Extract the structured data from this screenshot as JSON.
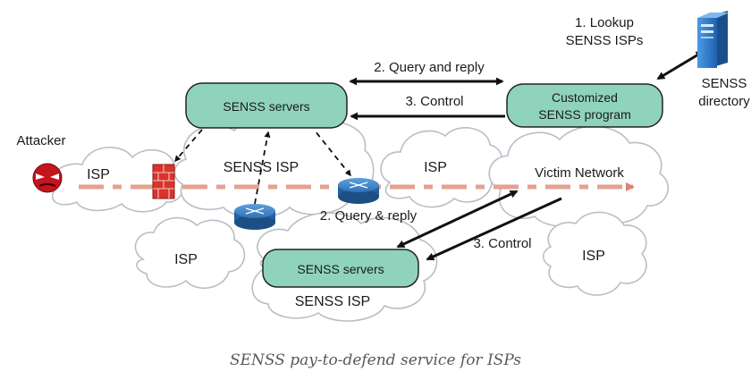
{
  "diagram": {
    "caption": "SENSS pay-to-defend service for ISPs",
    "labels": {
      "lookup_line1": "1. Lookup",
      "lookup_line2": "SENSS ISPs",
      "query_reply_top": "2. Query and reply",
      "control_top": "3. Control",
      "query_reply_bottom": "2. Query & reply",
      "control_bottom": "3. Control",
      "directory_line1": "SENSS",
      "directory_line2": "directory",
      "attacker": "Attacker",
      "victim_network": "Victim Network"
    },
    "nodes": {
      "senss_servers_top": "SENSS servers",
      "customized_line1": "Customized",
      "customized_line2": "SENSS program",
      "senss_servers_bottom": "SENSS servers"
    },
    "clouds": {
      "attacker_isp": "ISP",
      "senss_isp_top": "SENSS ISP",
      "isp_middle": "ISP",
      "isp_left_bottom": "ISP",
      "isp_right_bottom": "ISP",
      "senss_isp_bottom": "SENSS ISP"
    }
  },
  "colors": {
    "server_fill": "#8fd3bd",
    "server_stroke": "#222222",
    "cloud_stroke": "#b9bec6",
    "attack_path": "#e3a290",
    "router": "#2e72b8",
    "firewall": "#d8342c",
    "attacker_face": "#c4141c",
    "directory_server": "#2c7fd0"
  }
}
